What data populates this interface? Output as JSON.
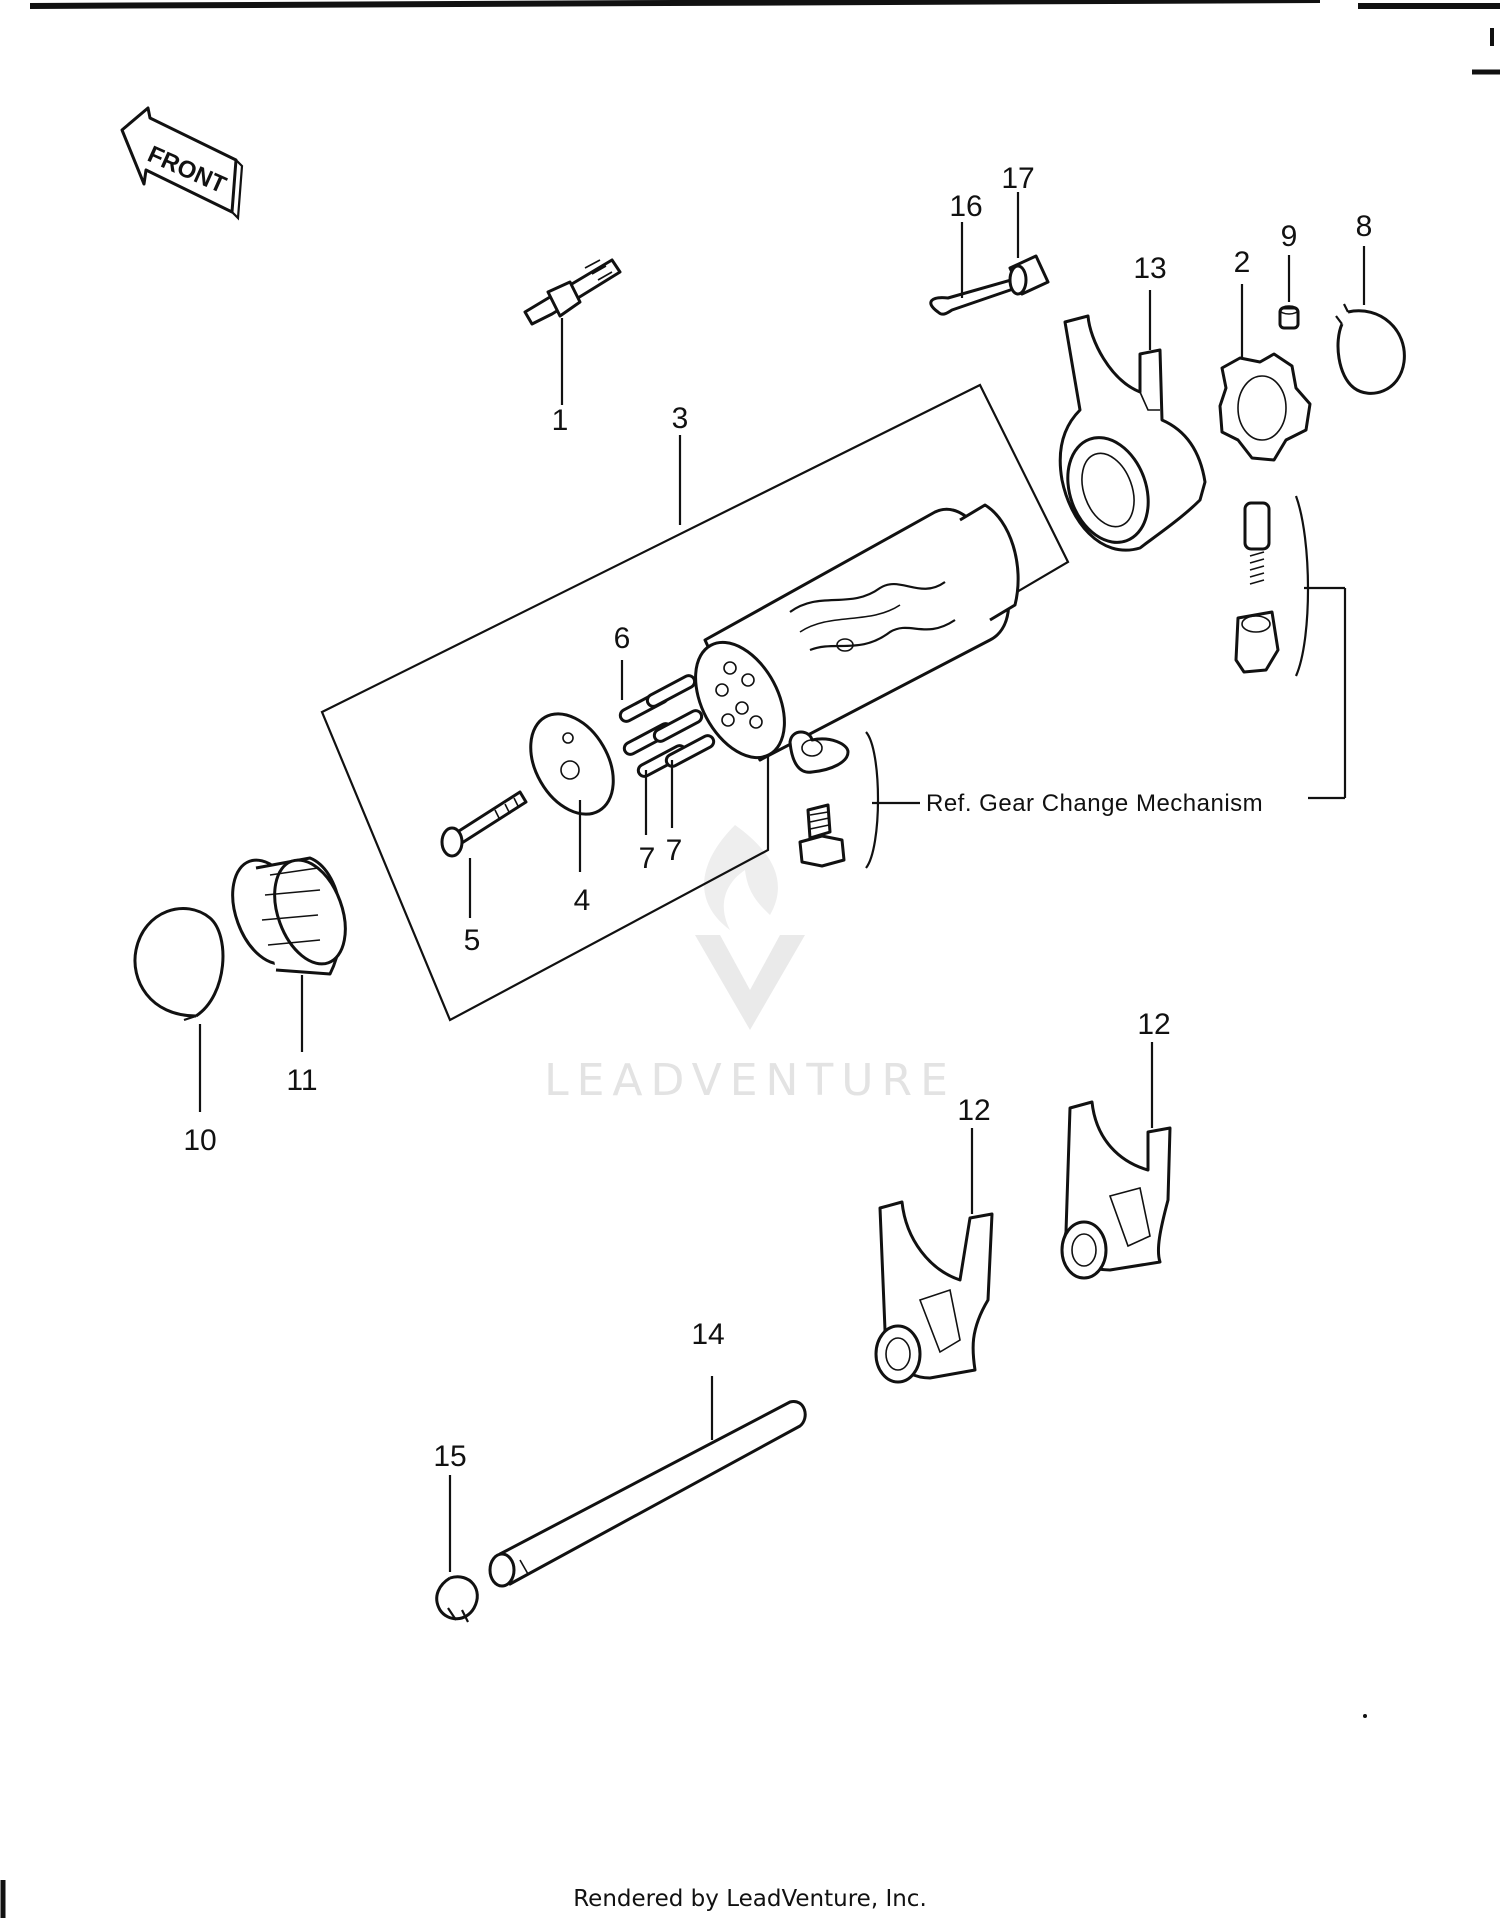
{
  "orientation_label": "FRONT",
  "reference_note": "Ref.  Gear Change Mechanism",
  "watermark": "LEADVENTURE",
  "footer": "Rendered by LeadVenture, Inc.",
  "callouts": {
    "c1": "1",
    "c2": "2",
    "c3": "3",
    "c4": "4",
    "c5": "5",
    "c6": "6",
    "c7a": "7",
    "c7b": "7",
    "c8": "8",
    "c9": "9",
    "c10": "10",
    "c11": "11",
    "c12a": "12",
    "c12b": "12",
    "c13": "13",
    "c14": "14",
    "c15": "15",
    "c16": "16",
    "c17": "17"
  }
}
